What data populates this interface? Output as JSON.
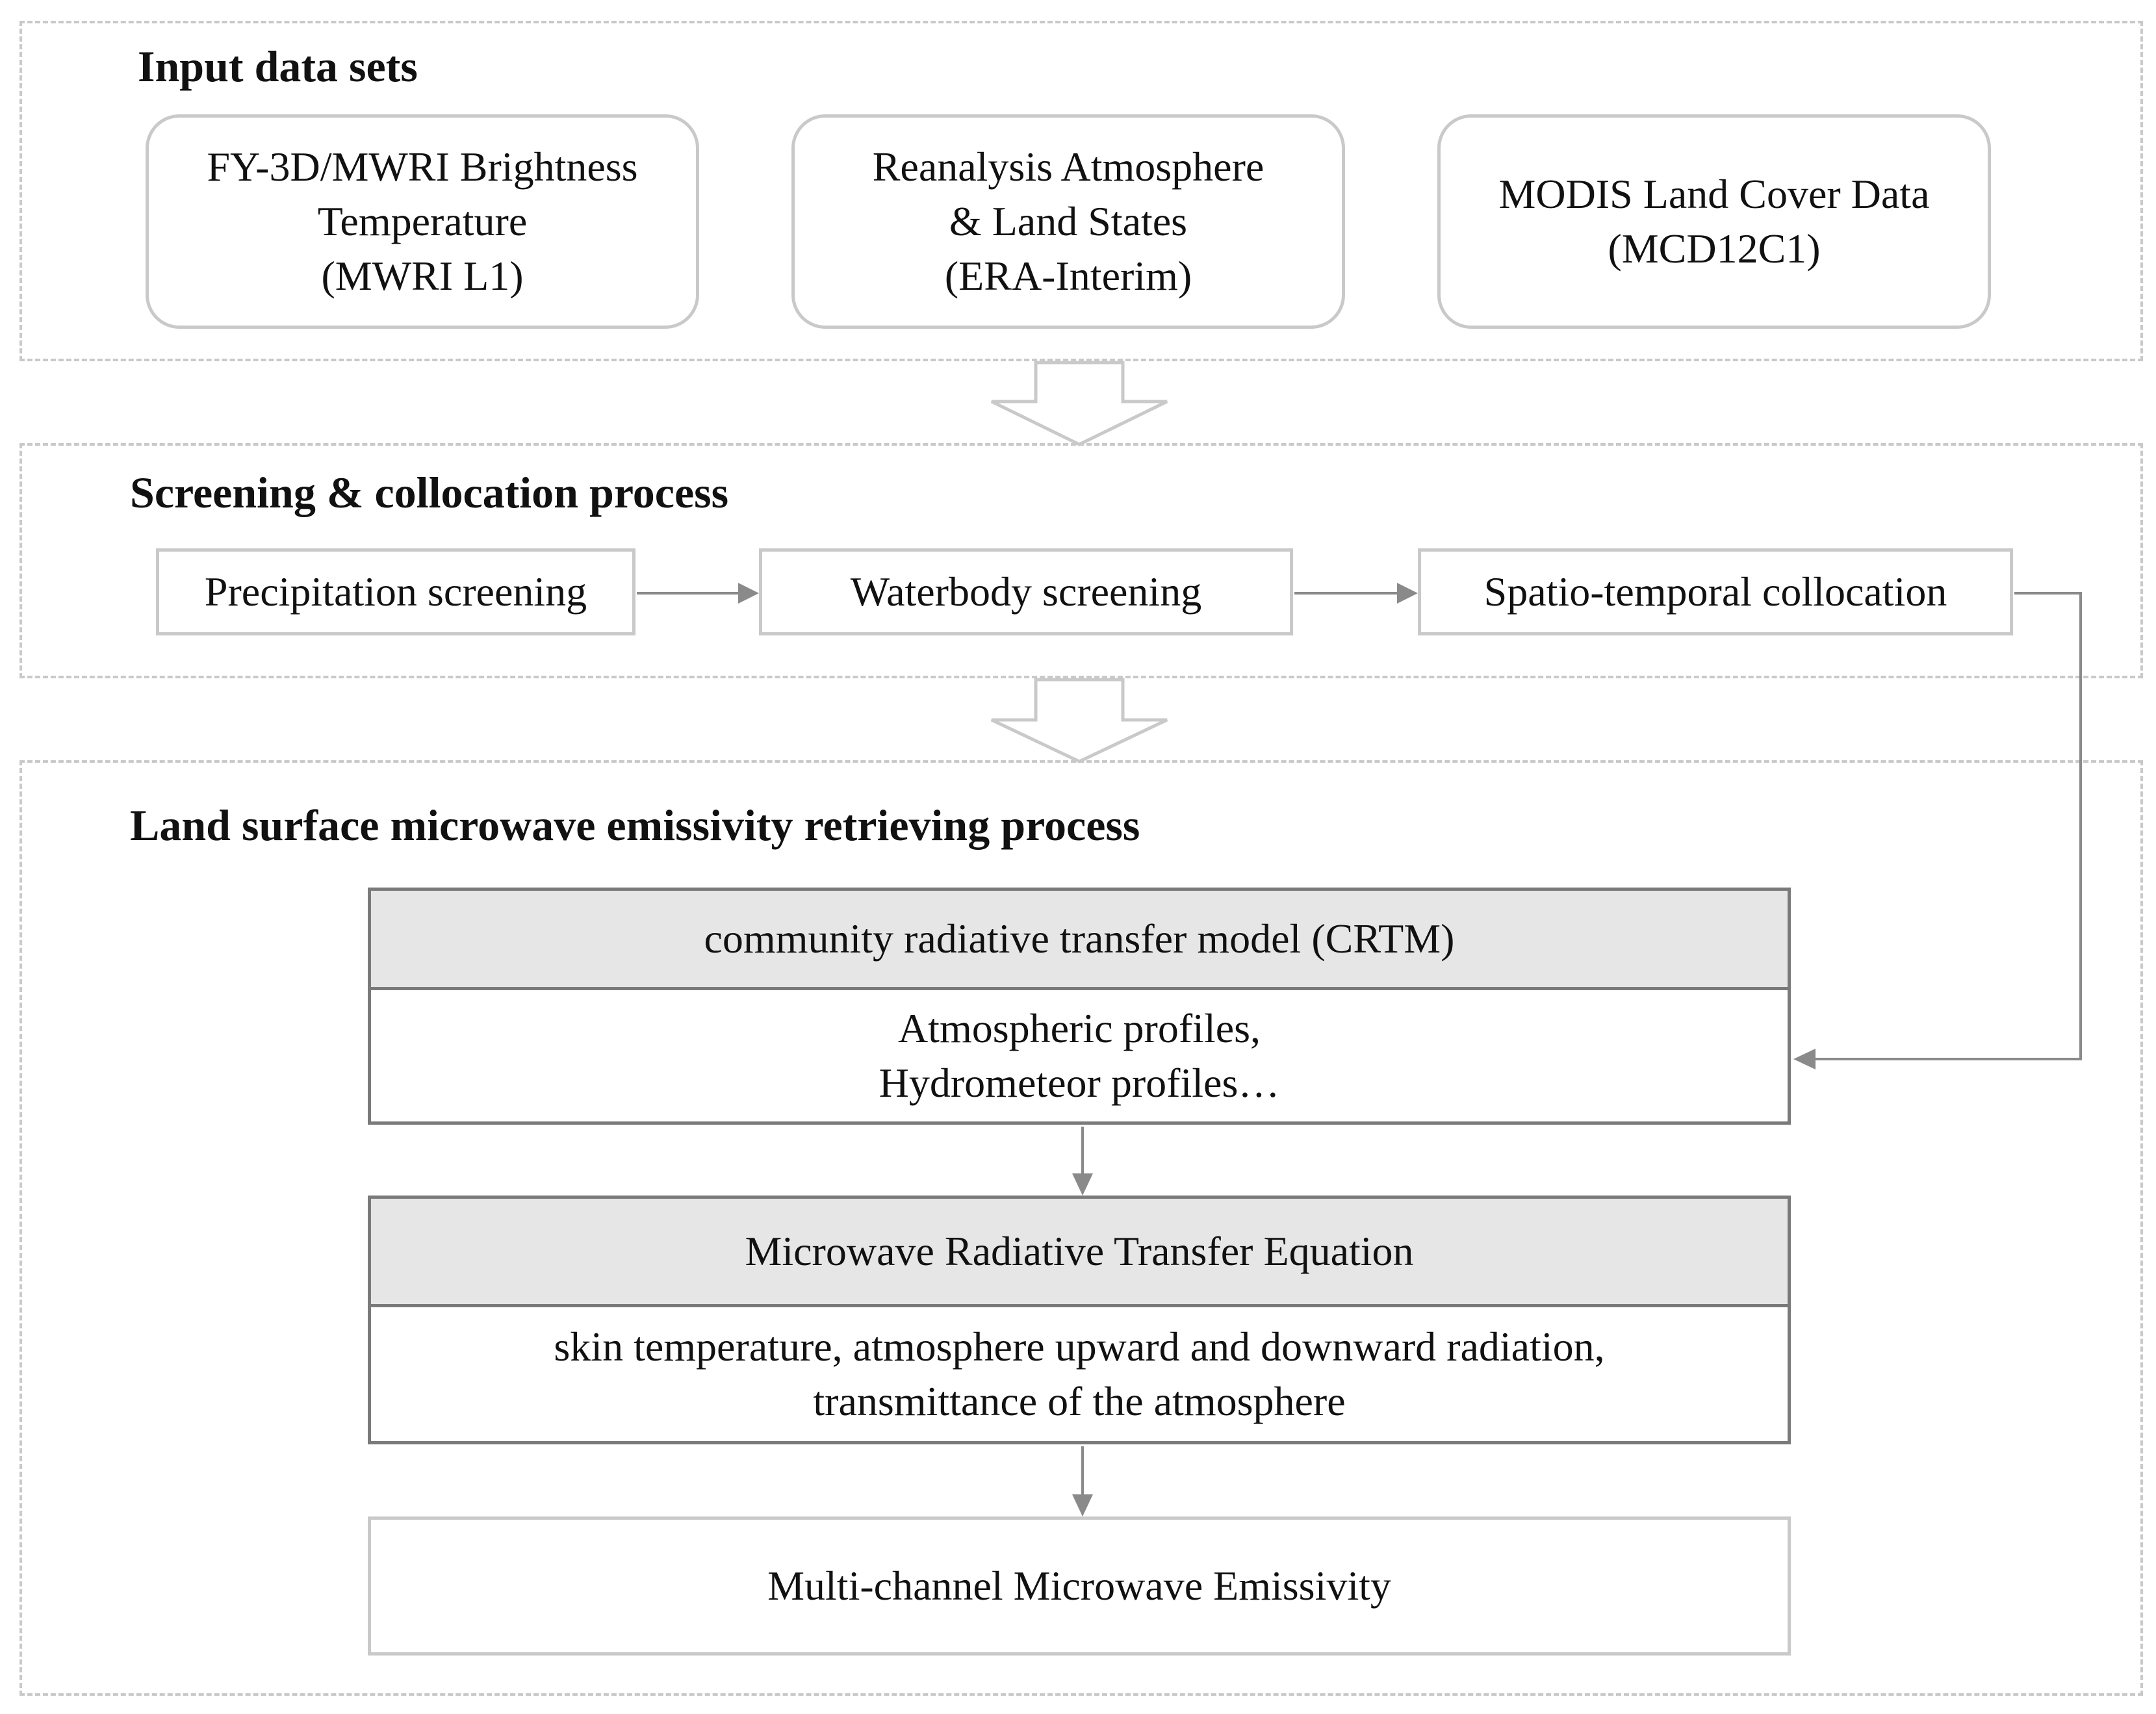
{
  "sections": {
    "input": {
      "title": "Input data sets"
    },
    "screening": {
      "title": "Screening & collocation process"
    },
    "retrieval": {
      "title": "Land surface microwave emissivity retrieving process"
    }
  },
  "inputs": [
    {
      "lines": [
        "FY-3D/MWRI Brightness",
        "Temperature",
        "(MWRI L1)"
      ]
    },
    {
      "lines": [
        "Reanalysis Atmosphere",
        "& Land States",
        "(ERA-Interim)"
      ]
    },
    {
      "lines": [
        "MODIS Land Cover Data",
        "(MCD12C1)"
      ]
    }
  ],
  "screening_steps": [
    "Precipitation screening",
    "Waterbody screening",
    "Spatio-temporal collocation"
  ],
  "crtm": {
    "header": "community radiative transfer model (CRTM)",
    "lines": [
      "Atmospheric profiles,",
      "Hydrometeor profiles…"
    ]
  },
  "mrte": {
    "header": "Microwave Radiative Transfer Equation",
    "lines": [
      "skin temperature, atmosphere upward and downward radiation,",
      "transmittance of the atmosphere"
    ]
  },
  "output": {
    "label": "Multi-channel Microwave Emissivity"
  },
  "colors": {
    "dashed_border": "#c9c9c9",
    "panel_border": "#7a7a7a",
    "panel_header_fill": "#e6e6e6",
    "arrow": "#8a8a8a"
  }
}
